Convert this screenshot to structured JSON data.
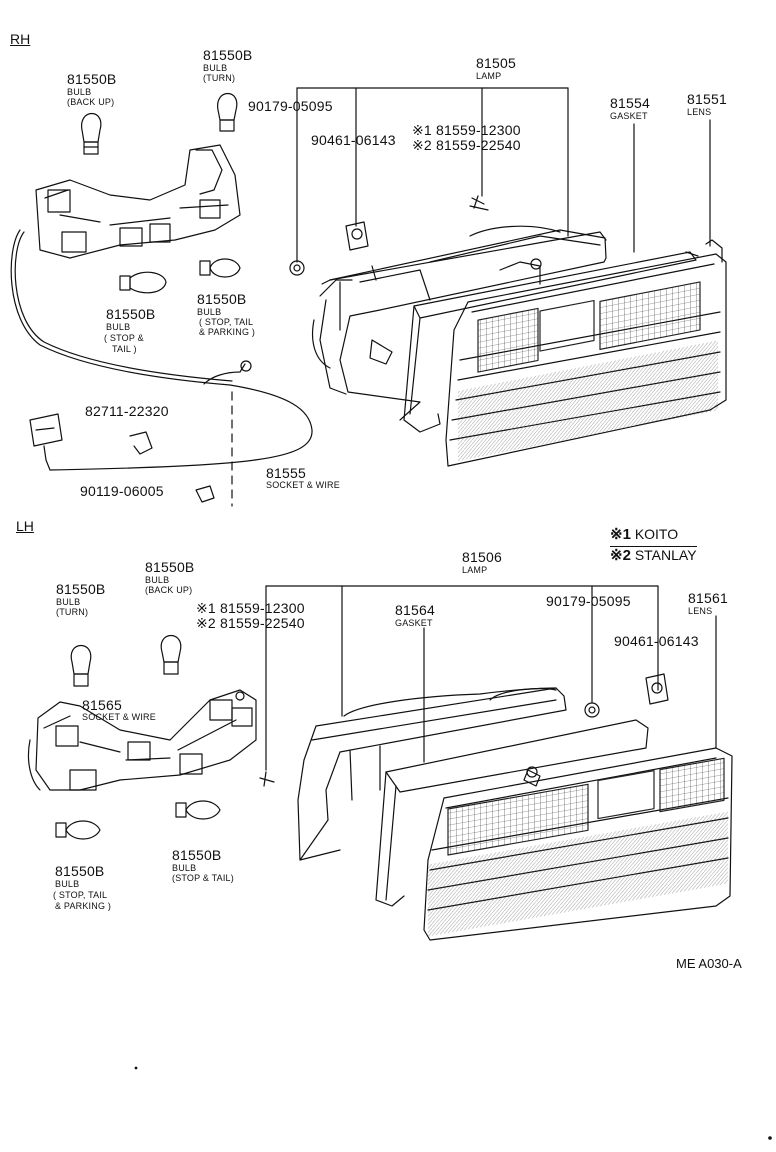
{
  "sections": {
    "rh": "RH",
    "lh": "LH"
  },
  "rh": {
    "bulb_backup": {
      "part": "81550B",
      "desc1": "BULB",
      "desc2": "(BACK UP)"
    },
    "bulb_turn": {
      "part": "81550B",
      "desc1": "BULB",
      "desc2": "(TURN)"
    },
    "lamp": {
      "part": "81505",
      "desc": "LAMP"
    },
    "gasket": {
      "part": "81554",
      "desc": "GASKET"
    },
    "lens": {
      "part": "81551",
      "desc": "LENS"
    },
    "grommet": {
      "part": "90179-05095"
    },
    "clip": {
      "part": "90461-06143"
    },
    "screw1": {
      "mark": "※1",
      "part": "81559-12300"
    },
    "screw2": {
      "mark": "※2",
      "part": "81559-22540"
    },
    "bulb_stop": {
      "part": "81550B",
      "desc1": "BULB",
      "desc2": "( STOP &",
      "desc3": "TAIL )"
    },
    "bulb_stop_tail_parking": {
      "part": "81550B",
      "desc1": "BULB",
      "desc2": "( STOP, TAIL",
      "desc3": "& PARKING )"
    },
    "connector": {
      "part": "82711-22320"
    },
    "socket_wire": {
      "part": "81555",
      "desc": "SOCKET & WIRE"
    },
    "screw_ground": {
      "part": "90119-06005"
    }
  },
  "lh": {
    "note1": {
      "mark": "※1",
      "text": "KOITO"
    },
    "note2": {
      "mark": "※2",
      "text": "STANLAY"
    },
    "lamp": {
      "part": "81506",
      "desc": "LAMP"
    },
    "bulb_backup": {
      "part": "81550B",
      "desc1": "BULB",
      "desc2": "(BACK UP)"
    },
    "bulb_turn": {
      "part": "81550B",
      "desc1": "BULB",
      "desc2": "(TURN)"
    },
    "screw1": {
      "mark": "※1",
      "part": "81559-12300"
    },
    "screw2": {
      "mark": "※2",
      "part": "81559-22540"
    },
    "gasket": {
      "part": "81564",
      "desc": "GASKET"
    },
    "grommet": {
      "part": "90179-05095"
    },
    "lens": {
      "part": "81561",
      "desc": "LENS"
    },
    "clip": {
      "part": "90461-06143"
    },
    "socket_wire": {
      "part": "81565",
      "desc": "SOCKET & WIRE"
    },
    "bulb_stop_tail_parking": {
      "part": "81550B",
      "desc1": "BULB",
      "desc2": "( STOP, TAIL",
      "desc3": "& PARKING )"
    },
    "bulb_stop_tail": {
      "part": "81550B",
      "desc1": "BULB",
      "desc2": "(STOP & TAIL)"
    }
  },
  "figure_ref": "ME A030-A"
}
